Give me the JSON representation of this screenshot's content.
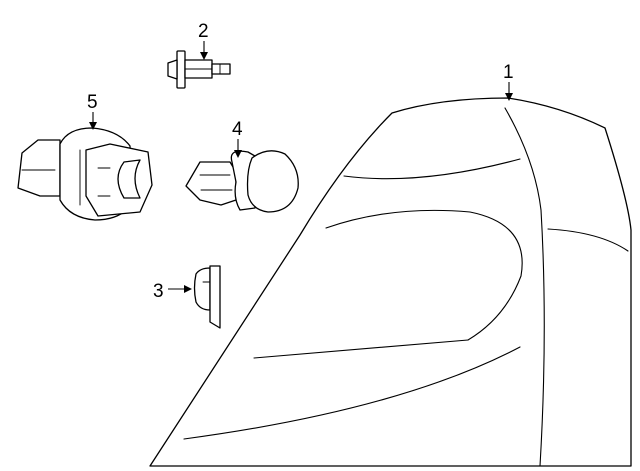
{
  "diagram": {
    "callouts": {
      "c1": "1",
      "c2": "2",
      "c3": "3",
      "c4": "4",
      "c5": "5"
    }
  }
}
